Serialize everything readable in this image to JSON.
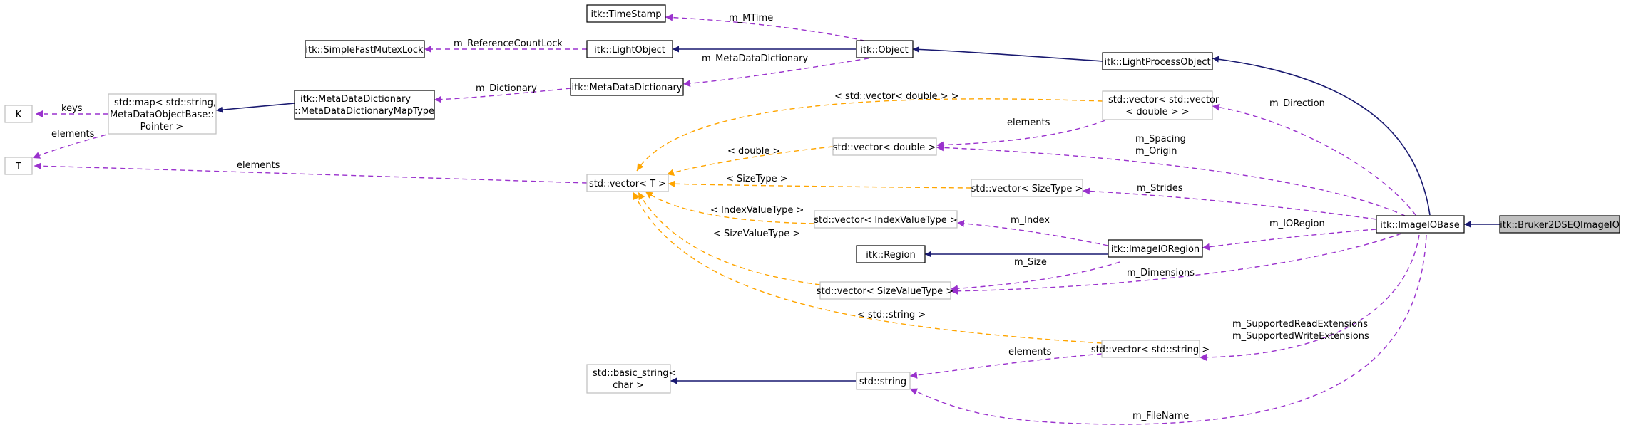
{
  "nodes": {
    "bruker": "itk::Bruker2DSEQImageIO",
    "imageiobase": "itk::ImageIOBase",
    "lightprocessobject": "itk::LightProcessObject",
    "object": "itk::Object",
    "lightobject": "itk::LightObject",
    "mutexlock": "itk::SimpleFastMutexLock",
    "timestamp": "itk::TimeStamp",
    "metadatadictionary": "itk::MetaDataDictionary",
    "maptype_l1": "itk::MetaDataDictionary",
    "maptype_l2": "::MetaDataDictionaryMapType",
    "stdmap_l1": "std::map< std::string,",
    "stdmap_l2": "MetaDataObjectBase::",
    "stdmap_l3": "Pointer >",
    "k": "K",
    "t": "T",
    "vector_t": "std::vector< T >",
    "vector_vector_l1": "std::vector< std::vector",
    "vector_vector_l2": "< double > >",
    "vector_double": "std::vector< double >",
    "vector_sizetype": "std::vector< SizeType >",
    "vector_indexvaluetype": "std::vector< IndexValueType >",
    "region": "itk::Region",
    "imageioregion": "itk::ImageIORegion",
    "vector_sizevaluetype": "std::vector< SizeValueType >",
    "vector_string": "std::vector< std::string >",
    "basic_string_l1": "std::basic_string<",
    "basic_string_l2": "char >",
    "string": "std::string"
  },
  "edge_labels": {
    "mtime": "m_MTime",
    "refcountlock": "m_ReferenceCountLock",
    "metadatadictionary": "m_MetaDataDictionary",
    "dictionary": "m_Dictionary",
    "keys": "keys",
    "map_elements": "elements",
    "t_elements": "elements",
    "tmpl_vector_double": "< std::vector< double > >",
    "direction": "m_Direction",
    "vv_elements": "elements",
    "spacing": "m_Spacing",
    "origin": "m_Origin",
    "tmpl_double": "< double >",
    "tmpl_sizetype": "< SizeType >",
    "strides": "m_Strides",
    "tmpl_indexvaluetype": "< IndexValueType >",
    "index": "m_Index",
    "ioregion": "m_IORegion",
    "tmpl_sizevaluetype": "< SizeValueType >",
    "size": "m_Size",
    "dimensions": "m_Dimensions",
    "tmpl_string": "< std::string >",
    "read_ext": "m_SupportedReadExtensions",
    "write_ext": "m_SupportedWriteExtensions",
    "vs_elements": "elements",
    "filename": "m_FileName"
  },
  "colors": {
    "inheritance": "#191970",
    "usage": "#9a32cd",
    "template": "#ffa500",
    "selected_fill": "#bfbfbf"
  }
}
